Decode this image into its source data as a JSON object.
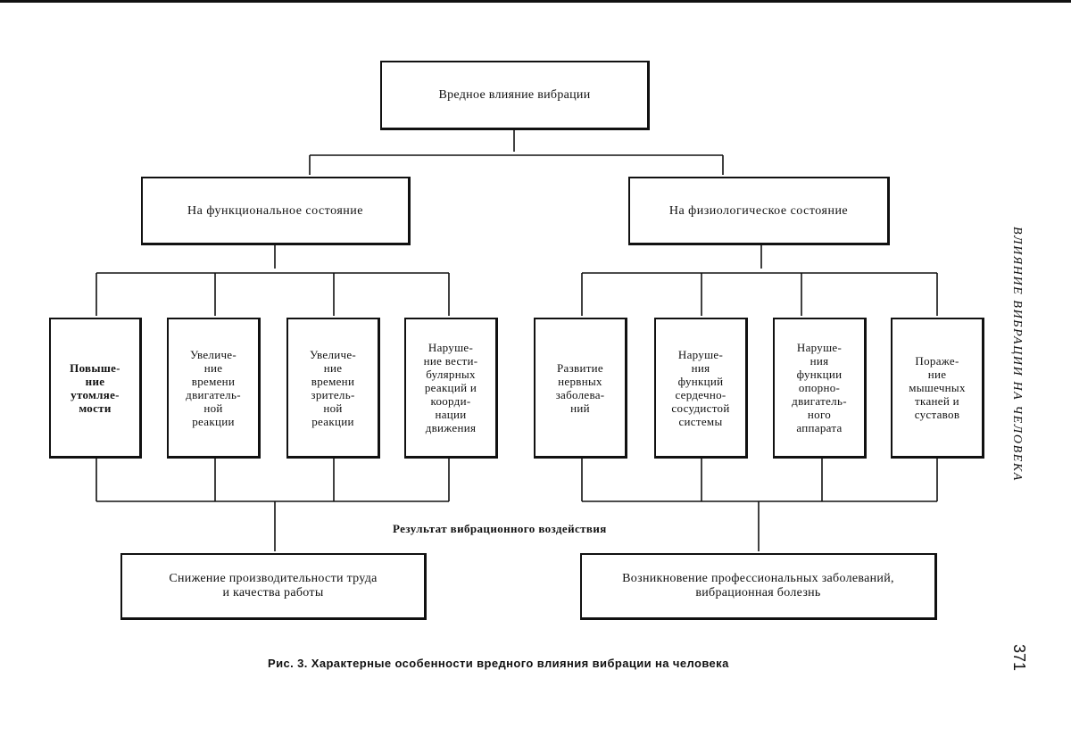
{
  "diagram": {
    "root": "Вредное влияние вибрации",
    "branches": [
      {
        "label": "На функциональное состояние"
      },
      {
        "label": "На физиологическое состояние"
      }
    ],
    "effects": [
      "Повыше-\nние\nутомляе-\nмости",
      "Увеличе-\nние\nвремени\nдвигатель-\nной\nреакции",
      "Увеличе-\nние\nвремени\nзритель-\nной\nреакции",
      "Наруше-\nние вести-\nбулярных\nреакций и\nкоорди-\nнации\nдвижения",
      "Развитие\nнервных\nзаболева-\nний",
      "Наруше-\nния\nфункций\nсердечно-\nсосудистой\nсистемы",
      "Наруше-\nния\nфункции\nопорно-\nдвигатель-\nного\nаппарата",
      "Пораже-\nние\nмышечных\nтканей и\nсуставов"
    ],
    "result_label": "Результат вибрационного воздействия",
    "results": [
      "Снижение производительности труда\nи качества работы",
      "Возникновение профессиональных заболеваний,\nвибрационная болезнь"
    ]
  },
  "caption": "Рис. 3. Характерные особенности вредного влияния вибрации на человека",
  "running_header": "ВЛИЯНИЕ ВИБРАЦИИ НА ЧЕЛОВЕКА",
  "page_number": "371"
}
